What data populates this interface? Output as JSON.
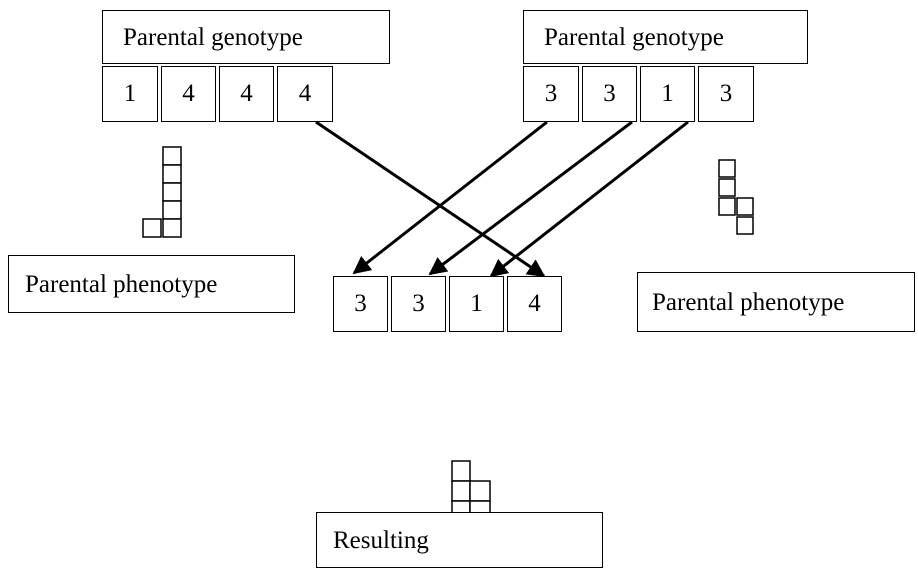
{
  "parent_left": {
    "genotype_label": "Parental genotype",
    "genes": [
      "1",
      "4",
      "4",
      "4"
    ],
    "phenotype_label": "Parental phenotype"
  },
  "parent_right": {
    "genotype_label": "Parental genotype",
    "genes": [
      "3",
      "3",
      "1",
      "3"
    ],
    "phenotype_label": "Parental phenotype"
  },
  "offspring": {
    "genes": [
      "3",
      "3",
      "1",
      "4"
    ],
    "label": "Resulting"
  }
}
